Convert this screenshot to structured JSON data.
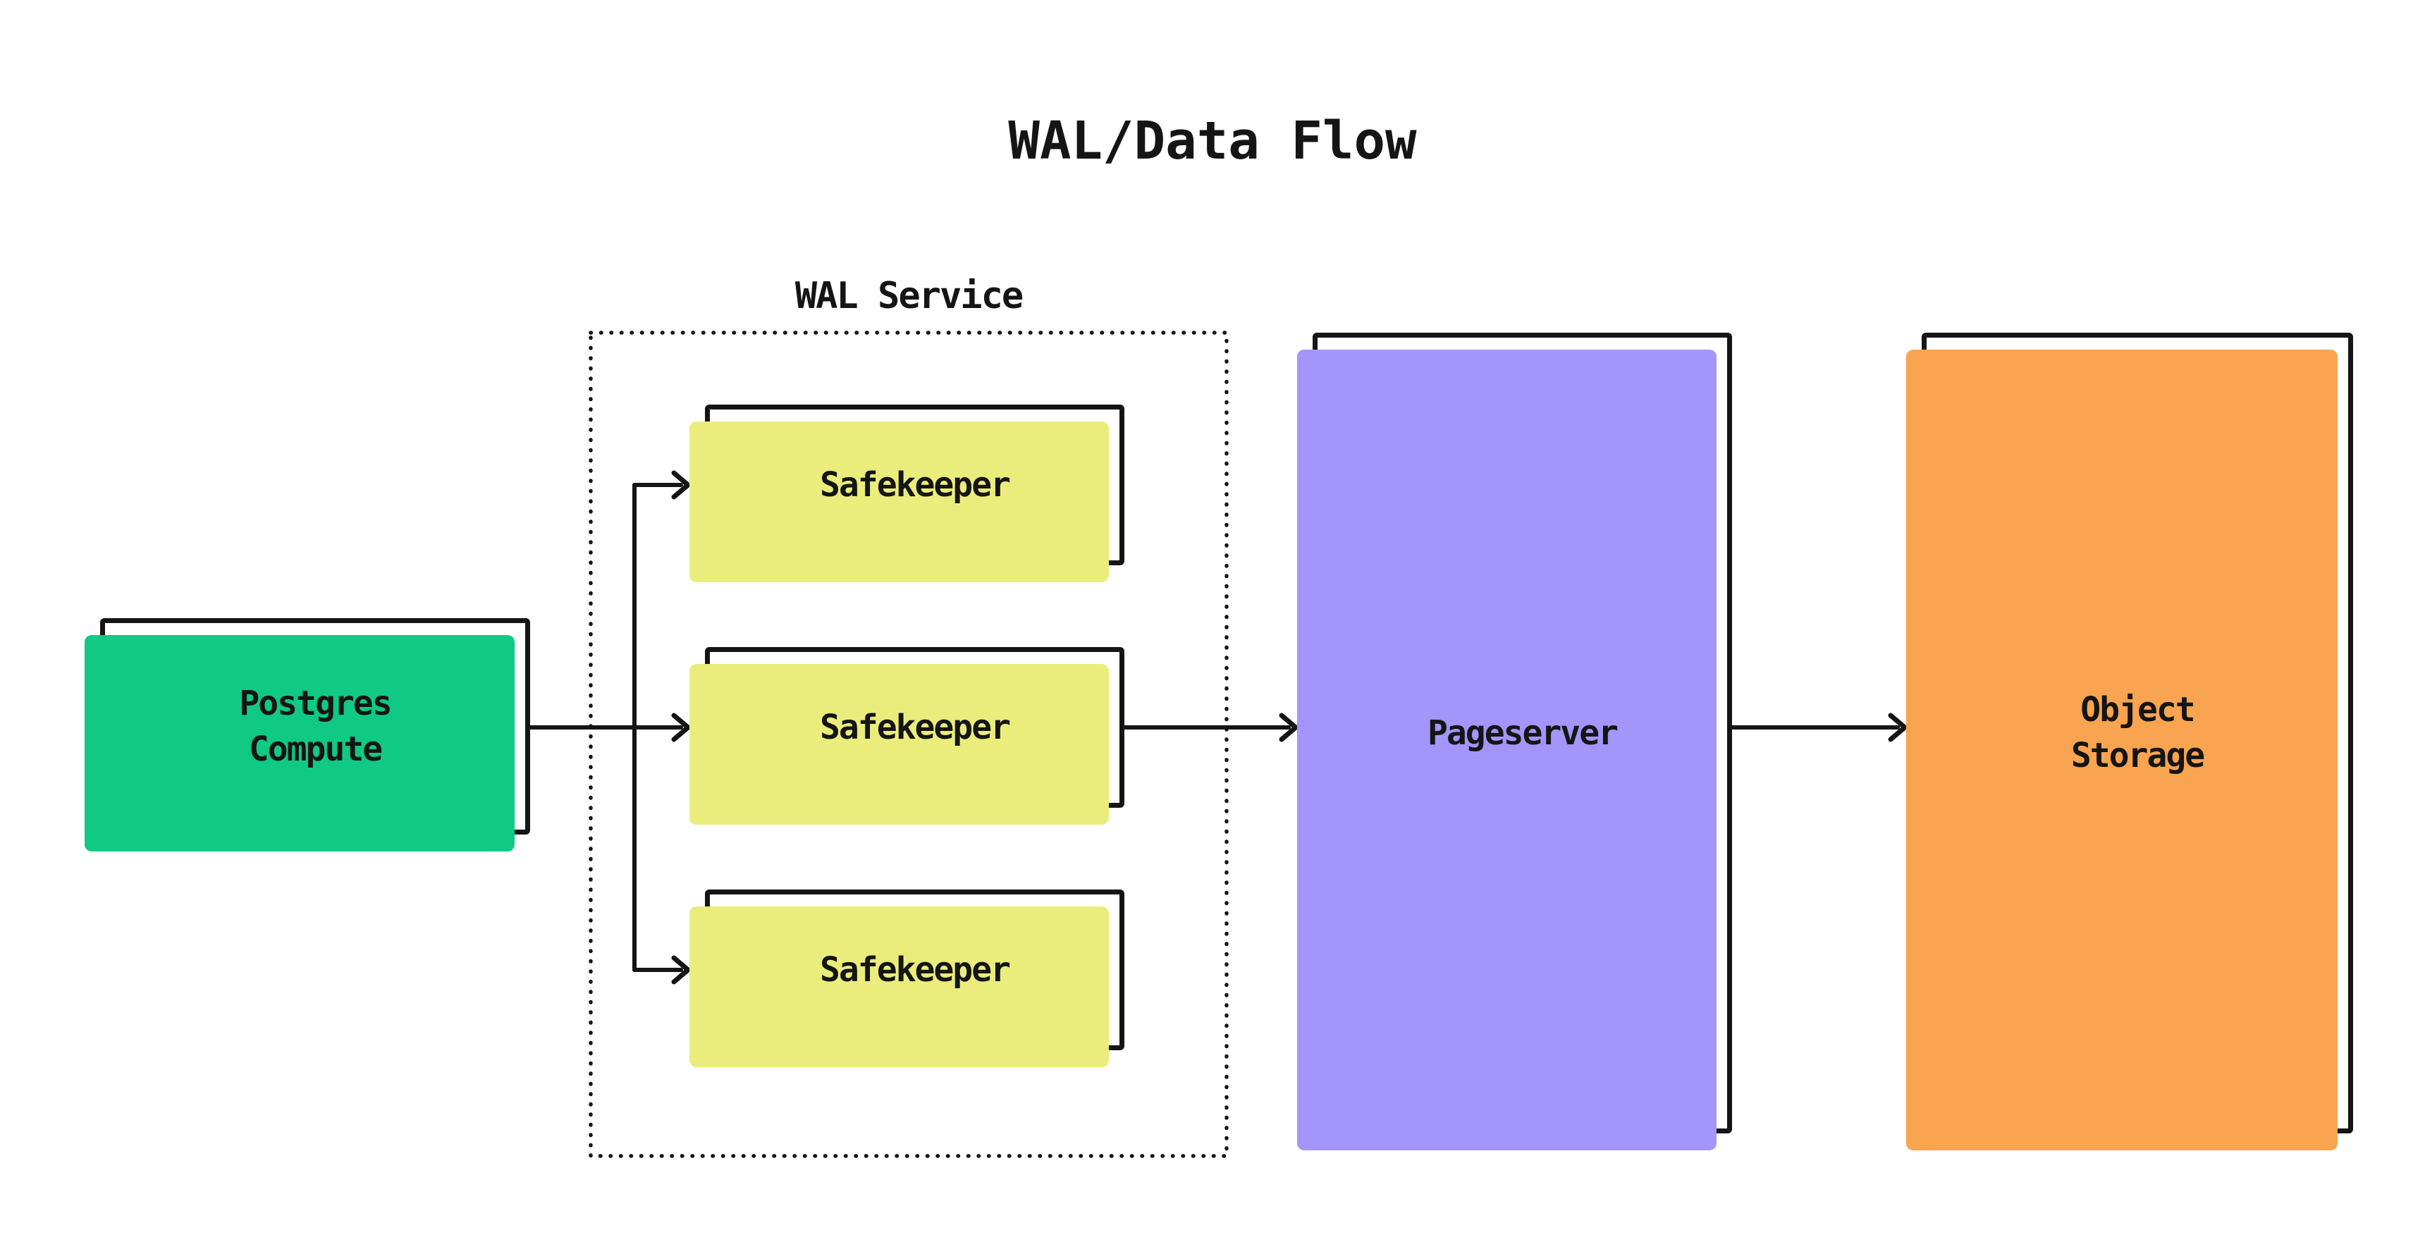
{
  "title": "WAL/Data Flow",
  "colors": {
    "green": "#0fc985",
    "yellow": "#eaed7c",
    "purple": "#a495fa",
    "orange": "#f9a450",
    "ink": "#151515",
    "bg": "#ffffff"
  },
  "nodes": {
    "postgres": {
      "label": "Postgres\nCompute"
    },
    "wal_service": {
      "label": "WAL Service",
      "safekeepers": [
        {
          "label": "Safekeeper"
        },
        {
          "label": "Safekeeper"
        },
        {
          "label": "Safekeeper"
        }
      ]
    },
    "pageserver": {
      "label": "Pageserver"
    },
    "object_storage": {
      "label": "Object\nStorage"
    }
  }
}
